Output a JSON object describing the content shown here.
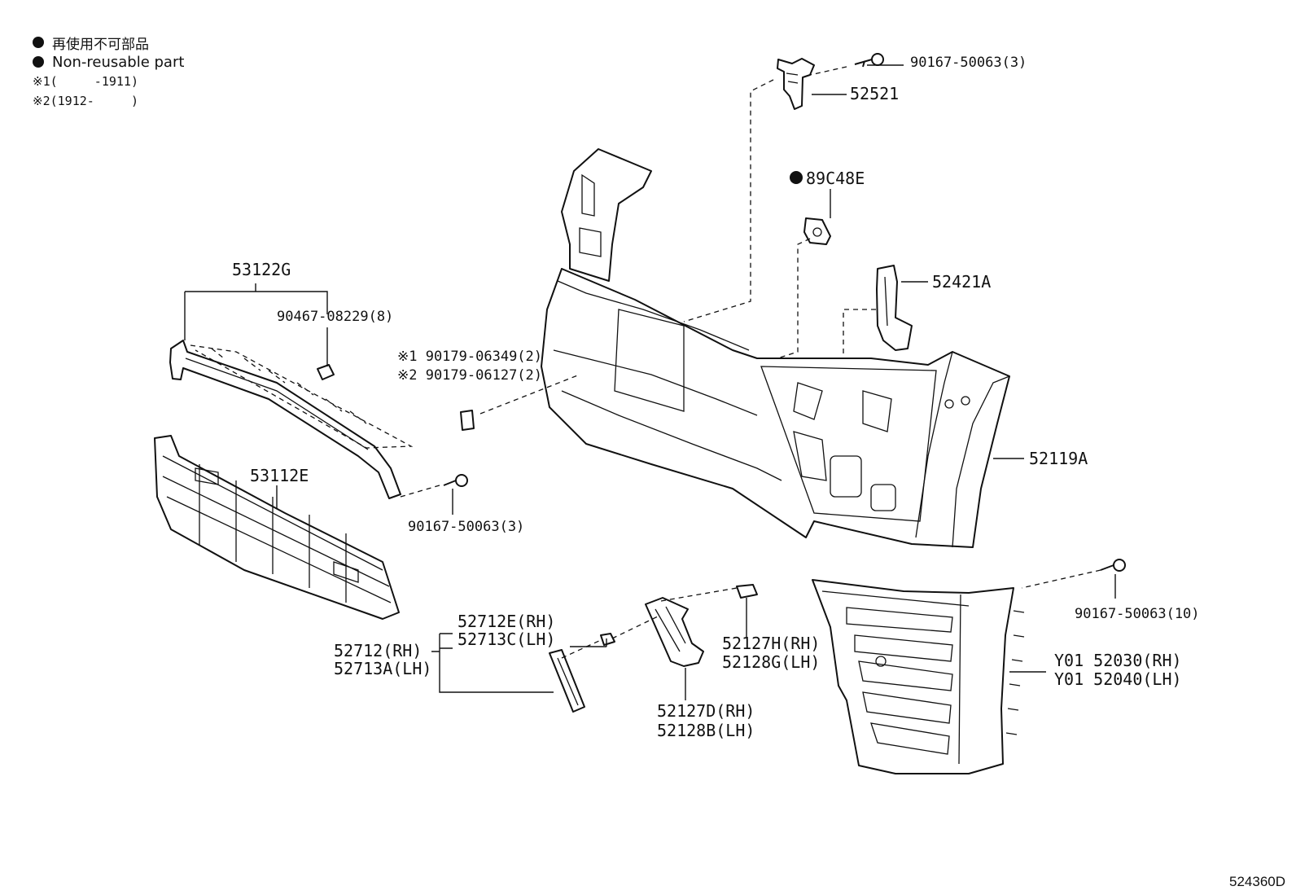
{
  "legend": {
    "line1": "再使用不可部品",
    "line2": "Non-reusable part",
    "note1": "※1(     -1911)",
    "note2": "※2(1912-     )"
  },
  "labels": {
    "p_90167_top": "90167-50063(3)",
    "p_52521": "52521",
    "p_89C48E": "89C48E",
    "p_52421A": "52421A",
    "p_53122G": "53122G",
    "p_90467": "90467-08229(8)",
    "p_90179_1": "※1 90179-06349(2)",
    "p_90179_2": "※2 90179-06127(2)",
    "p_53112E": "53112E",
    "p_90167_mid": "90167-50063(3)",
    "p_52119A": "52119A",
    "p_90167_right": "90167-50063(10)",
    "p_52712E": "52712E(RH)",
    "p_52713C": "52713C(LH)",
    "p_52712": "52712(RH)",
    "p_52713A": "52713A(LH)",
    "p_52127H": "52127H(RH)",
    "p_52128G": "52128G(LH)",
    "p_52127D": "52127D(RH)",
    "p_52128B": "52128B(LH)",
    "p_52030": "Y01 52030(RH)",
    "p_52040": "Y01 52040(LH)",
    "diagram_code": "524360D"
  },
  "colors": {
    "ink": "#111111",
    "paper": "#ffffff"
  }
}
